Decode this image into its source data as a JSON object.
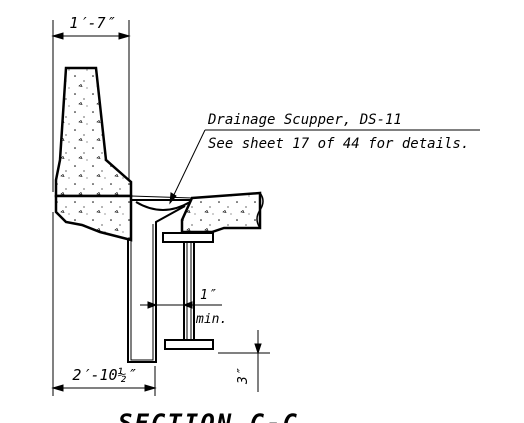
{
  "drawing": {
    "dim_top_width": "1′-7″",
    "dim_bottom_width": "2′-10½″",
    "dim_gap": "1″",
    "dim_gap_note": "min.",
    "dim_vertical": "3″",
    "note_line1": "Drainage Scupper, DS-11",
    "note_line2": "See sheet 17 of 44 for details.",
    "section_title": "SECTION C-C"
  },
  "colors": {
    "ink": "#000000",
    "background": "#ffffff"
  }
}
